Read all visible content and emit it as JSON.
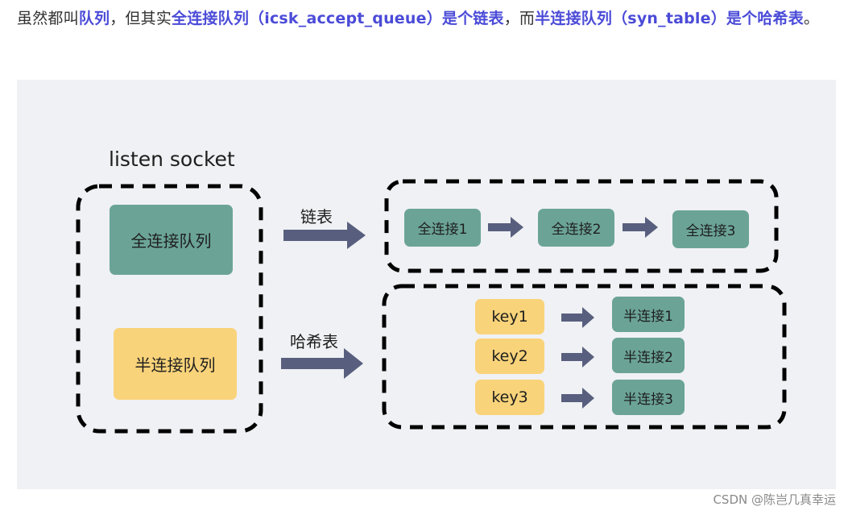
{
  "paragraph": {
    "p1": "虽然都叫",
    "b1": "队列",
    "p2": "，但其实",
    "b2": "全连接队列（icsk_accept_queue）是个链表",
    "p3": "，而",
    "b3": "半连接队列（syn_table）是个哈希表",
    "p4": "。"
  },
  "diagram": {
    "listen_socket_label": "listen socket",
    "full_queue_label": "全连接队列",
    "half_queue_label": "半连接队列",
    "linked_list_label": "链表",
    "hash_table_label": "哈希表",
    "list_nodes": [
      "全连接1",
      "全连接2",
      "全连接3"
    ],
    "hash_keys": [
      "key1",
      "key2",
      "key3"
    ],
    "hash_values": [
      "半连接1",
      "半连接2",
      "半连接3"
    ],
    "colors": {
      "green": "#6ba497",
      "yellow": "#f9d37a",
      "arrow": "#585f7e",
      "background": "#f0f1f4"
    }
  },
  "watermark": "CSDN @陈岂几真幸运"
}
